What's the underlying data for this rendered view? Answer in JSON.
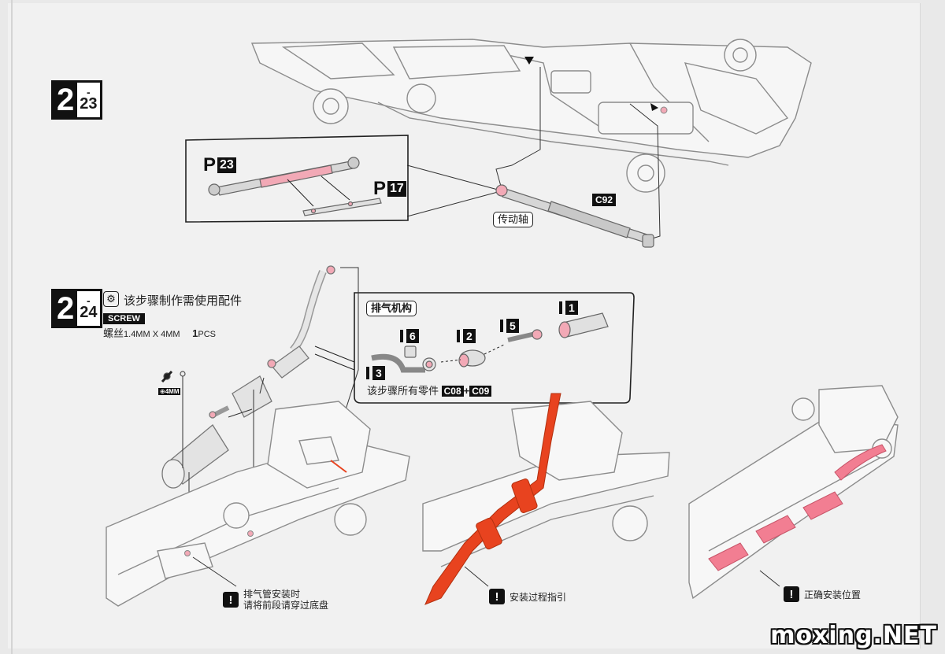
{
  "step_a": {
    "major": "2",
    "minor": "23"
  },
  "step_a_parts": {
    "p23": {
      "letter": "P",
      "num": "23"
    },
    "p17": {
      "letter": "P",
      "num": "17"
    },
    "c92": "C92",
    "driveshaft_label": "传动轴"
  },
  "step_b": {
    "major": "2",
    "minor": "24"
  },
  "step_b_note": "该步骤制作需使用配件",
  "screw": {
    "tag": "SCREW",
    "prefix": "螺丝",
    "spec": "1.4MM X 4MM",
    "qty_bold": "1",
    "qty_unit": "PCS",
    "mini_label": "4MM"
  },
  "exhaust": {
    "title": "排气机构",
    "parts": [
      "1",
      "2",
      "3",
      "5",
      "6"
    ],
    "footer_text": "该步骤所有零件",
    "codes": [
      "C08",
      "C09"
    ],
    "plus": "+"
  },
  "warnings": {
    "w1_line1": "排气管安装时",
    "w1_line2": "请将前段请穿过底盘",
    "w2": "安装过程指引",
    "w3": "正确安装位置",
    "icon": "!"
  },
  "watermark": "moxing.NET",
  "colors": {
    "highlight": "#e8431f",
    "pink": "#f2a9b6",
    "line": "#9a9a9a"
  }
}
